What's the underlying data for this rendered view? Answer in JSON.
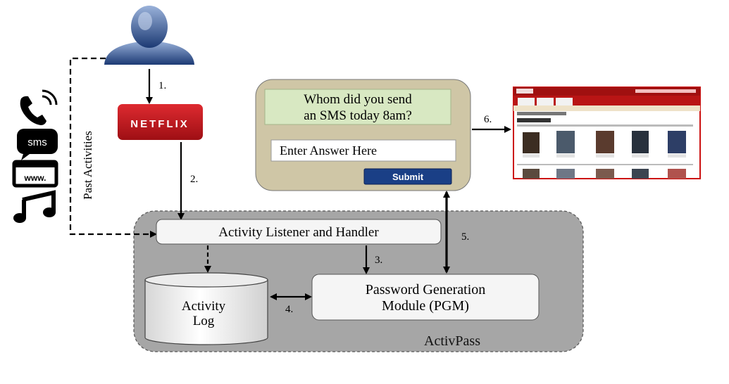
{
  "colors": {
    "netflix_red": "#c8181f",
    "activpass_bg": "#a6a6a6",
    "challenge_bg": "#cfc6a6",
    "question_bg": "#d8e8c2",
    "submit_blue": "#1a3f86"
  },
  "nodes": {
    "netflix_logo": "NETFLIX",
    "listener": "Activity Listener and Handler",
    "log_line1": "Activity",
    "log_line2": "Log",
    "pgm_line1": "Password Generation",
    "pgm_line2": "Module (PGM)",
    "activpass": "ActivPass",
    "past_activities": "Past Activities",
    "sms_icon_text": "sms",
    "www_icon_text": "www."
  },
  "challenge": {
    "question_line1": "Whom did you send",
    "question_line2": "an SMS today 8am?",
    "answer_placeholder": "Enter Answer Here",
    "submit_label": "Submit"
  },
  "steps": {
    "s1": "1.",
    "s2": "2.",
    "s3": "3.",
    "s4": "4.",
    "s5": "5.",
    "s6": "6."
  },
  "icons": [
    "user-icon",
    "phone-icon",
    "sms-icon",
    "browser-icon",
    "music-icon",
    "netflix-screenshot"
  ]
}
